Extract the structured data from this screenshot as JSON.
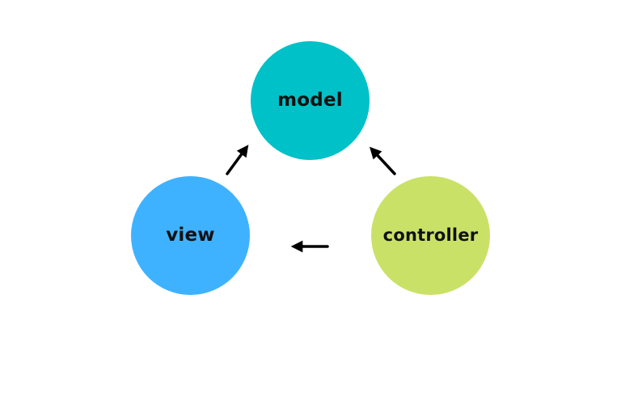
{
  "diagram": {
    "nodes": {
      "model": {
        "label": "model",
        "color": "#00c1c8"
      },
      "view": {
        "label": "view",
        "color": "#3fb2ff"
      },
      "controller": {
        "label": "controller",
        "color": "#cae168"
      }
    },
    "arrows": [
      {
        "from": "view",
        "to": "model"
      },
      {
        "from": "controller",
        "to": "model"
      },
      {
        "from": "controller",
        "to": "view"
      }
    ],
    "arrow_color": "#000000"
  }
}
